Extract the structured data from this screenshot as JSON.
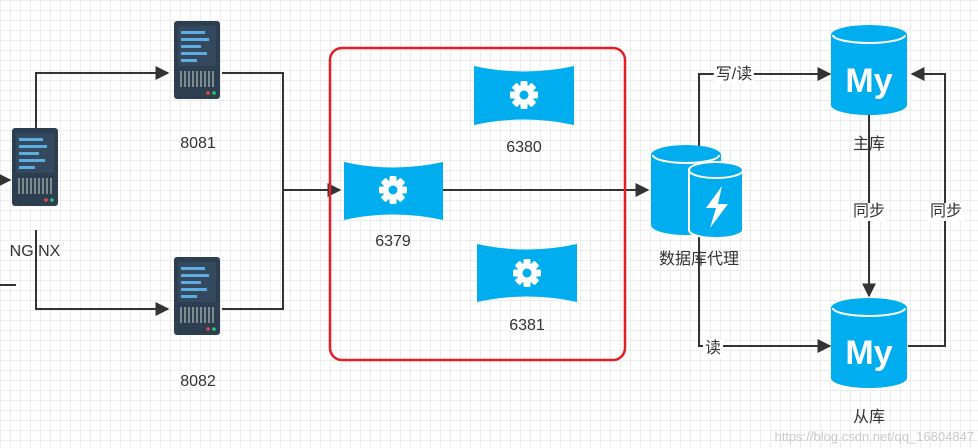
{
  "nodes": {
    "nginx": {
      "label": "NGINX",
      "icon": "server-icon"
    },
    "app1": {
      "label": "8081",
      "icon": "server-icon"
    },
    "app2": {
      "label": "8082",
      "icon": "server-icon"
    },
    "redis_master": {
      "label": "6379",
      "icon": "gear-icon"
    },
    "redis_slave1": {
      "label": "6380",
      "icon": "gear-icon"
    },
    "redis_slave2": {
      "label": "6381",
      "icon": "gear-icon"
    },
    "db_proxy": {
      "label": "数据库代理",
      "icon": "database-lightning-icon"
    },
    "master_db": {
      "label": "主库",
      "icon": "mysql-database-icon",
      "badge": "My"
    },
    "slave_db": {
      "label": "从库",
      "icon": "mysql-database-icon",
      "badge": "My"
    }
  },
  "edges": {
    "write_read": "写/读",
    "read": "读",
    "sync_down": "同步",
    "sync_up": "同步"
  },
  "colors": {
    "accent": "#00aeef",
    "server": "#2c3e50",
    "cluster_border": "#e31e24",
    "line": "#333333"
  },
  "watermark": "https://blog.csdn.net/qq_16804847"
}
